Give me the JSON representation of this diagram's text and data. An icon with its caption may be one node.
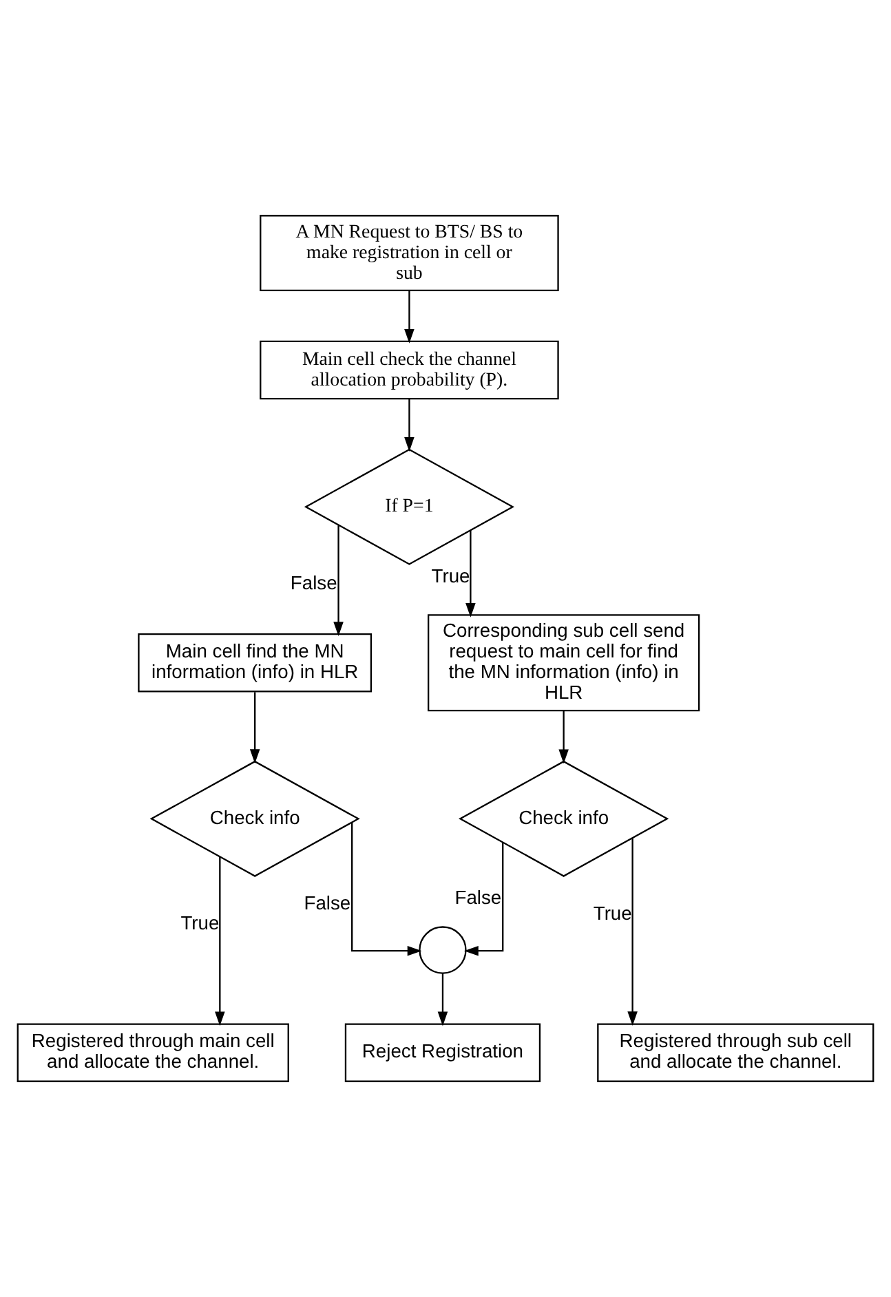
{
  "diagram": {
    "nodes": [
      {
        "text": [
          "A MN Request to BTS/ BS to make registration in cell or sub"
        ]
      },
      {
        "text": [
          "Main cell check the channel allocation probability (P)."
        ]
      },
      {
        "text": [
          "If P=1"
        ]
      },
      {
        "text": [
          "Main cell find the MN information (info) in HLR"
        ]
      },
      {
        "text": [
          "Corresponding sub cell send request to main cell for find the MN information (info) in HLR"
        ]
      },
      {
        "text": [
          "Check info"
        ]
      },
      {
        "text": [
          "Check info"
        ]
      },
      {
        "text": [
          "Registered through main cell and allocate the channel."
        ]
      },
      {
        "text": [],
        "shape": "circle"
      },
      {
        "text": [
          "Registered through sub cell and allocate the channel."
        ]
      },
      {
        "text": [
          "Reject Registration"
        ]
      }
    ],
    "edges": [
      {
        "from": 0,
        "to": 1,
        "arrow": "to"
      },
      {
        "from": 1,
        "to": 2,
        "arrow": "to"
      },
      {
        "from": 2,
        "to": 3,
        "label": "False",
        "arrow": "to"
      },
      {
        "from": 2,
        "to": 4,
        "label": "True",
        "arrow": "to"
      },
      {
        "from": 3,
        "to": 5,
        "arrow": "to"
      },
      {
        "from": 4,
        "to": 6,
        "arrow": "to"
      },
      {
        "from": 5,
        "to": 7,
        "label": "True",
        "arrow": "to"
      },
      {
        "from": 5,
        "to": 8,
        "label": "False",
        "arrow": "to"
      },
      {
        "from": 6,
        "to": 8,
        "label": "False",
        "arrow": "to"
      },
      {
        "from": 6,
        "to": 9,
        "label": "True",
        "arrow": "to"
      },
      {
        "from": 8,
        "to": 10,
        "arrow": "to"
      }
    ]
  }
}
